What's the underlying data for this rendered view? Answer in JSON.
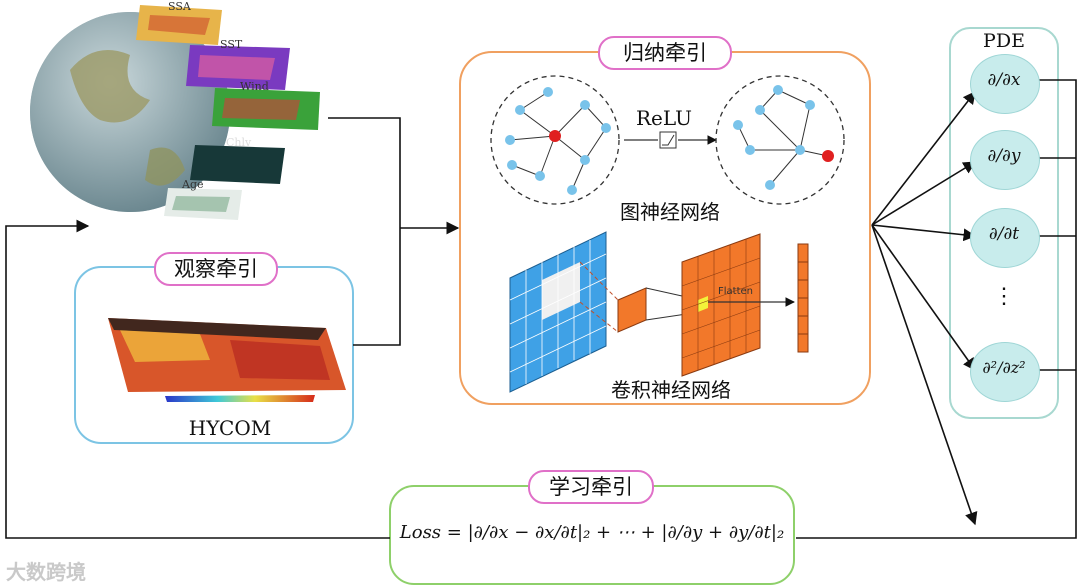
{
  "satellite_layers": {
    "ssa": "SSA",
    "sst": "SST",
    "wind": "Wind",
    "chlv": "Chlv",
    "age": "Age"
  },
  "observation": {
    "title": "观察牵引",
    "model_label": "HYCOM"
  },
  "inductive": {
    "title": "归纳牵引",
    "relu_label": "ReLU",
    "gnn_caption": "图神经网络",
    "cnn_caption": "卷积神经网络",
    "flatten_label": "Flatten"
  },
  "pde": {
    "title": "PDE",
    "terms": [
      "∂/∂x",
      "∂/∂y",
      "∂/∂t",
      "⋮",
      "∂²/∂z²"
    ]
  },
  "learning": {
    "title": "学习牵引",
    "loss_formula": "Loss = |∂/∂x − ∂x/∂t|₂ + ⋯ + |∂/∂y + ∂y/∂t|₂"
  },
  "watermark": "大数跨境",
  "colors": {
    "observation_border": "#7cc4e4",
    "inductive_border": "#f0a060",
    "learning_border": "#8ed06a",
    "pill_border": "#e070c8",
    "pde_border": "#a8d8d0",
    "pde_node_fill": "#c8ecec",
    "gnn_node": "#79c3ea",
    "gnn_highlight": "#e02020",
    "cnn_input": "#3fa1e6",
    "cnn_feature": "#f2782a"
  }
}
